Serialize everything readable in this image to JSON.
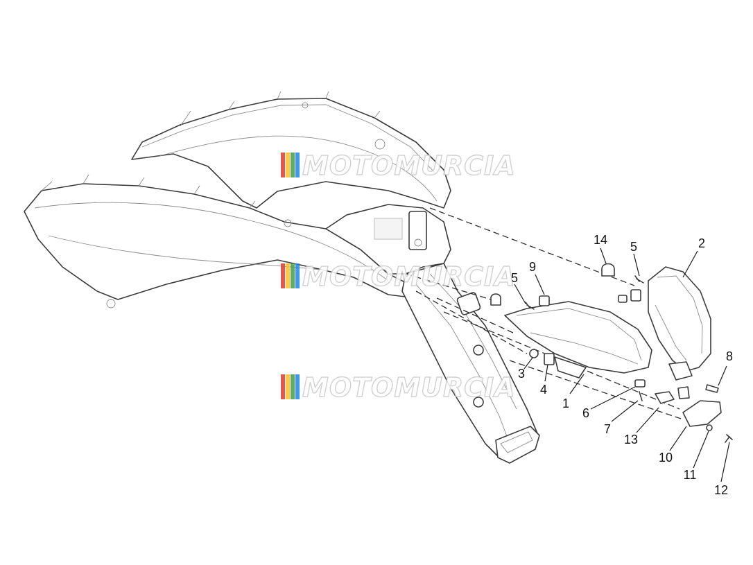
{
  "watermark": {
    "text": "MOTOMURCIA",
    "stripe_colors": [
      "#e53935",
      "#fbc02d",
      "#43a047",
      "#1e88e5"
    ]
  },
  "callouts": [
    {
      "id": "c1",
      "label": "1"
    },
    {
      "id": "c2",
      "label": "2"
    },
    {
      "id": "c3",
      "label": "3"
    },
    {
      "id": "c4",
      "label": "4"
    },
    {
      "id": "c5a",
      "label": "5"
    },
    {
      "id": "c5b",
      "label": "5"
    },
    {
      "id": "c6",
      "label": "6"
    },
    {
      "id": "c7",
      "label": "7"
    },
    {
      "id": "c8",
      "label": "8"
    },
    {
      "id": "c9",
      "label": "9"
    },
    {
      "id": "c10",
      "label": "10"
    },
    {
      "id": "c11",
      "label": "11"
    },
    {
      "id": "c12",
      "label": "12"
    },
    {
      "id": "c13",
      "label": "13"
    },
    {
      "id": "c14",
      "label": "14"
    }
  ]
}
